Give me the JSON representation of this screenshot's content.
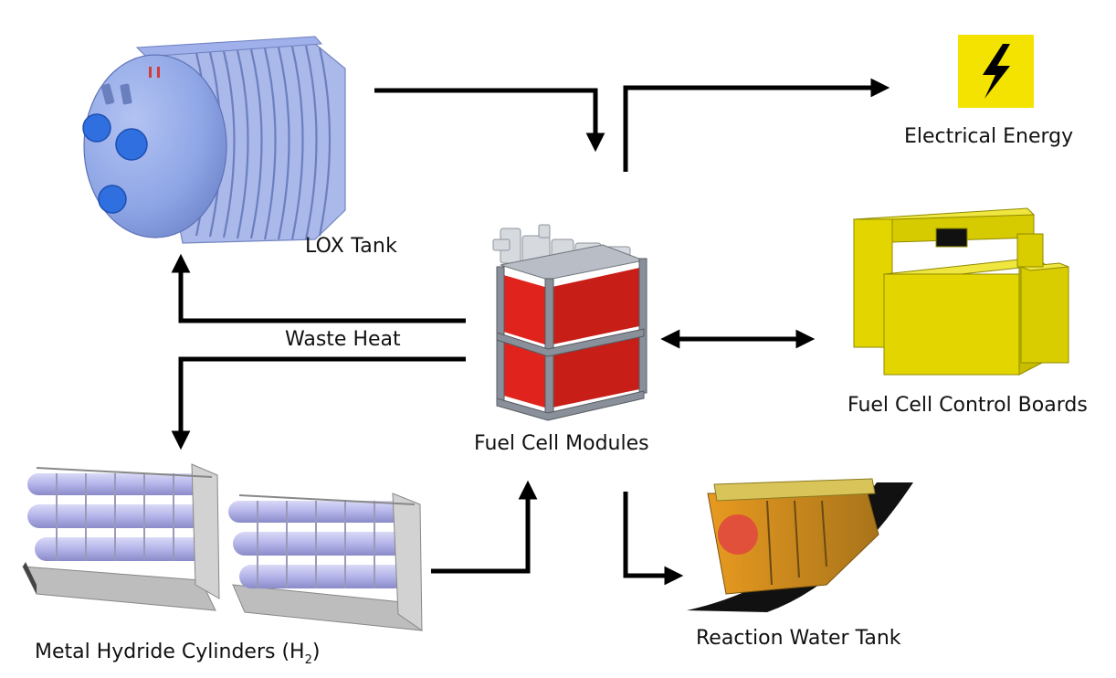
{
  "nodes": {
    "lox_tank": {
      "label": "LOX Tank"
    },
    "fuel_cell_modules": {
      "label": "Fuel Cell Modules"
    },
    "electrical_energy": {
      "label": "Electrical Energy"
    },
    "control_boards": {
      "label": "Fuel Cell Control Boards"
    },
    "hydride_cylinders": {
      "label_main": "Metal Hydride Cylinders (H",
      "label_sub": "2",
      "label_end": ")"
    },
    "water_tank": {
      "label": "Reaction Water Tank"
    }
  },
  "edges": {
    "waste_heat": {
      "label": "Waste Heat"
    }
  },
  "icons": {
    "electrical": "lightning-bolt-icon"
  },
  "colors": {
    "tank_blue": "#8fa6e6",
    "port_blue": "#2f6fe0",
    "module_red": "#e0241d",
    "board_yellow": "#e3d600",
    "hydride_lavender": "#b8b8ec",
    "water_tank_orange": "#e08a16",
    "arrow_black": "#000000"
  }
}
